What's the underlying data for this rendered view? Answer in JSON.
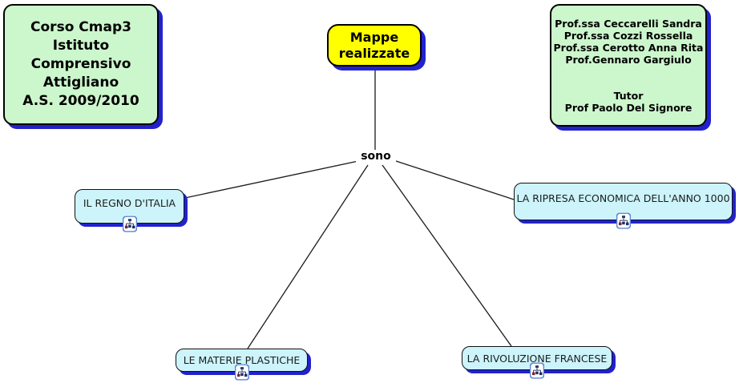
{
  "colors": {
    "background": "#ffffff",
    "info_box_fill": "#ccf6cc",
    "root_fill": "#ffff00",
    "concept_fill": "#ccf4fa",
    "shadow": "#2222cc",
    "border": "#000000",
    "connector": "#1a1a1a"
  },
  "info_box_left": {
    "lines": [
      "Corso Cmap3",
      "Istituto",
      "Comprensivo",
      "Attigliano",
      "A.S. 2009/2010"
    ]
  },
  "info_box_right": {
    "professors": [
      "Prof.ssa Ceccarelli Sandra",
      "Prof.ssa Cozzi Rossella",
      "Prof.ssa Cerotto Anna Rita",
      "Prof.Gennaro Gargiulo"
    ],
    "tutor_label": "Tutor",
    "tutor_name": "Prof Paolo Del Signore"
  },
  "root_node": {
    "label": "Mappe realizzate"
  },
  "linking_phrase": {
    "label": "sono"
  },
  "concept_nodes": [
    {
      "label": "IL REGNO D'ITALIA",
      "icon": "submap-icon"
    },
    {
      "label": "LA RIPRESA ECONOMICA DELL'ANNO 1000",
      "icon": "submap-icon"
    },
    {
      "label": "LE MATERIE PLASTICHE",
      "icon": "submap-icon"
    },
    {
      "label": "LA RIVOLUZIONE FRANCESE",
      "icon": "submap-icon"
    }
  ]
}
